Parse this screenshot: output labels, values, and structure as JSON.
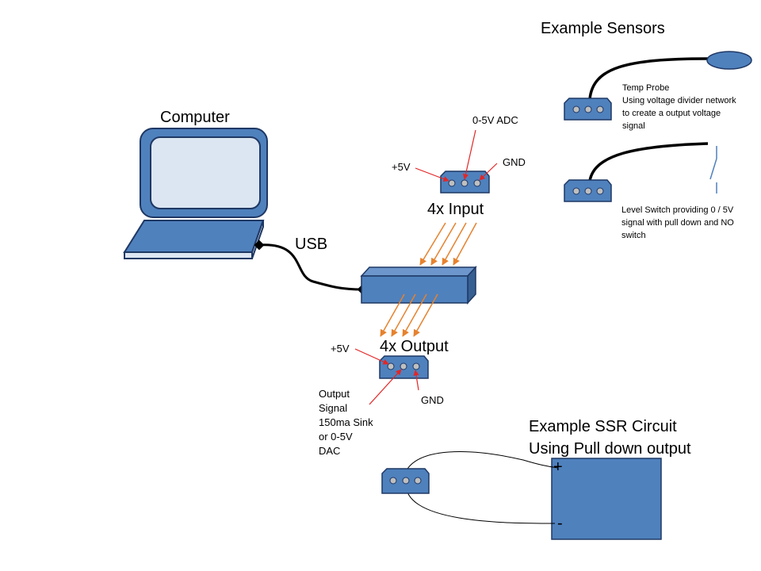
{
  "labels": {
    "computer": "Computer",
    "usb": "USB",
    "example_sensors": "Example Sensors",
    "input_adc": "0-5V ADC",
    "input_5v": "+5V",
    "input_gnd": "GND",
    "input_title": "4x Input",
    "output_title": "4x Output",
    "output_5v": "+5V",
    "output_gnd": "GND",
    "output_signal": [
      "Output",
      "Signal",
      "150ma Sink",
      "or 0-5V",
      "DAC"
    ],
    "temp_probe": [
      "Temp  Probe",
      "Using voltage divider network",
      "to create a output voltage",
      "signal"
    ],
    "level_switch": [
      "Level Switch providing 0 / 5V",
      "signal with pull down and NO",
      "switch"
    ],
    "ssr_title": [
      "Example SSR Circuit",
      "Using Pull down output"
    ],
    "ssr_plus": "+",
    "ssr_minus": "-"
  },
  "colors": {
    "connector_fill": "#4f81bd",
    "connector_stroke": "#1f3864",
    "pin_fill": "#bfbfbf",
    "red_arrow": "#e32626",
    "orange_arrow": "#e6822e",
    "wire": "#000000"
  }
}
